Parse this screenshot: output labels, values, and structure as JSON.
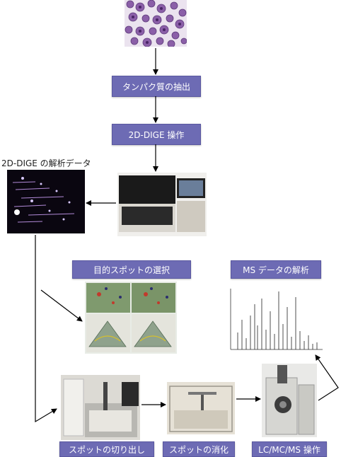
{
  "steps": {
    "extraction": "タンパク質の抽出",
    "dige_operation": "2D-DIGE 操作",
    "dige_data": "2D-DIGE の解析データ",
    "spot_selection": "目的スポットの選択",
    "ms_analysis": "MS データの解析",
    "spot_picking": "スポットの切り出し",
    "spot_digestion": "スポットの消化",
    "lcms_operation": "LC/MC/MS 操作"
  },
  "colors": {
    "label_bg": "#6d6bb4",
    "label_text": "#ffffff",
    "arrow": "#000000"
  }
}
